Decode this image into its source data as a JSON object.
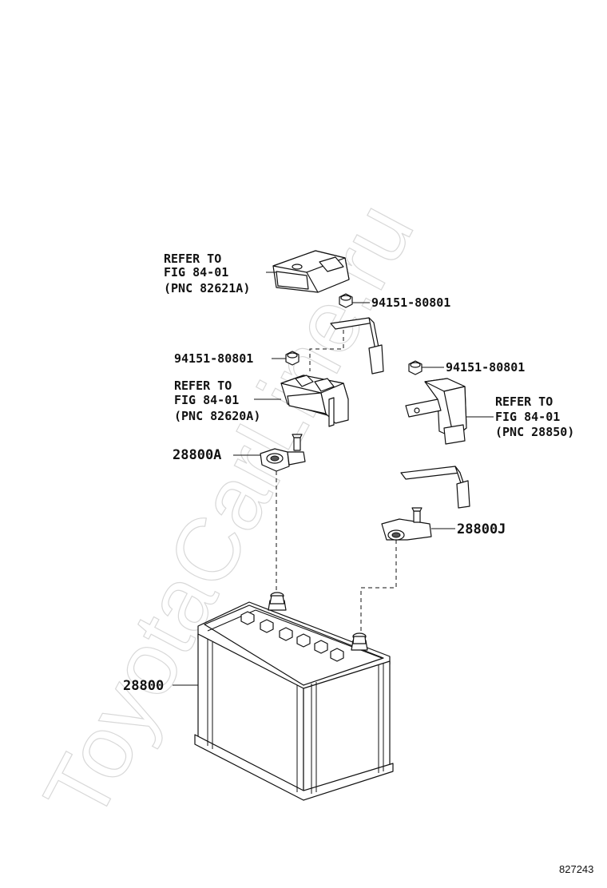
{
  "watermark": "ToyotaCarLine.ru",
  "figure_number": "827243",
  "callouts": {
    "refer_top": [
      "REFER TO",
      "FIG 84-01",
      "(PNC 82621A)"
    ],
    "refer_mid": [
      "REFER TO",
      "FIG 84-01",
      "(PNC 82620A)"
    ],
    "refer_right": [
      "REFER TO",
      "FIG 84-01",
      "(PNC 28850)"
    ],
    "nut_top": "94151-80801",
    "nut_left": "94151-80801",
    "nut_right": "94151-80801",
    "terminal_a": "28800A",
    "terminal_j": "28800J",
    "battery": "28800"
  }
}
